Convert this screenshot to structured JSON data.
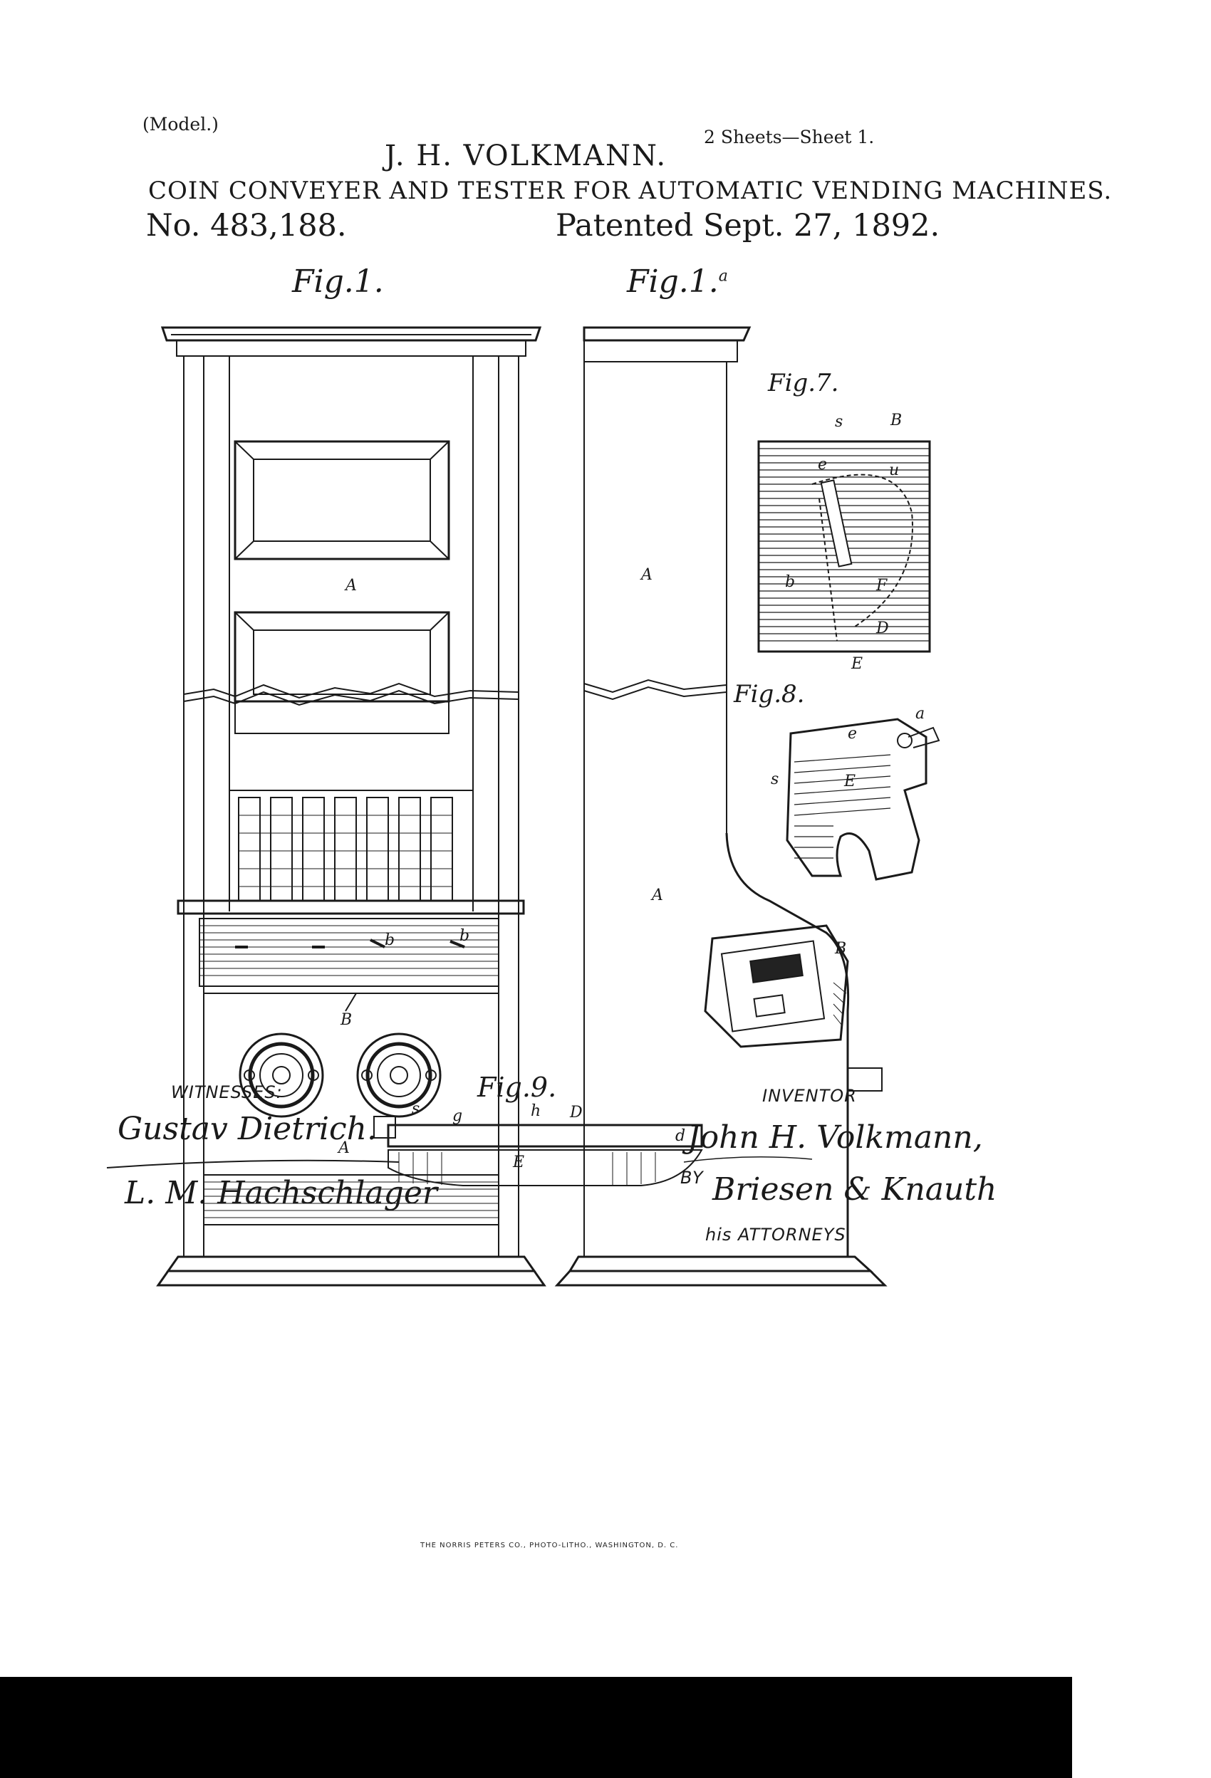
{
  "header": {
    "model": "(Model.)",
    "sheets": "2 Sheets—Sheet 1.",
    "inventor_name": "J. H. VOLKMANN.",
    "title": "COIN CONVEYER AND TESTER FOR AUTOMATIC VENDING MACHINES.",
    "patent_no": "No. 483,188.",
    "patented": "Patented Sept. 27, 1892."
  },
  "figures": {
    "fig1": "Fig.1.",
    "fig1a": "Fig.1.",
    "fig1a_sup": "a",
    "fig7": "Fig.7.",
    "fig8": "Fig.8.",
    "fig9": "Fig.9."
  },
  "letters": {
    "A1": "A",
    "A2": "A",
    "A3": "A",
    "A4": "A",
    "B1": "B",
    "B7": "B",
    "B_right": "B",
    "s7": "s",
    "e7": "e",
    "u7": "u",
    "b7": "b",
    "F7": "F",
    "D7": "D",
    "E7": "E",
    "a8": "a",
    "e8": "e",
    "s8": "s",
    "E8": "E",
    "s9": "s",
    "g9": "g",
    "h9": "h",
    "D9": "D",
    "d9": "d",
    "E9": "E",
    "b_box": "b",
    "b_box2": "b"
  },
  "witnesses": {
    "label": "WITNESSES:",
    "sig1": "Gustav Dietrich.",
    "sig2": "L. M. Hachschlager"
  },
  "inventor_block": {
    "label": "INVENTOR",
    "signature": "John H. Volkmann,",
    "by": "BY",
    "attorneys_sig": "Briesen & Knauth",
    "attorneys_label": "his ATTORNEYS"
  },
  "footer": {
    "printer": "THE NORRIS PETERS CO., PHOTO-LITHO., WASHINGTON, D. C."
  }
}
